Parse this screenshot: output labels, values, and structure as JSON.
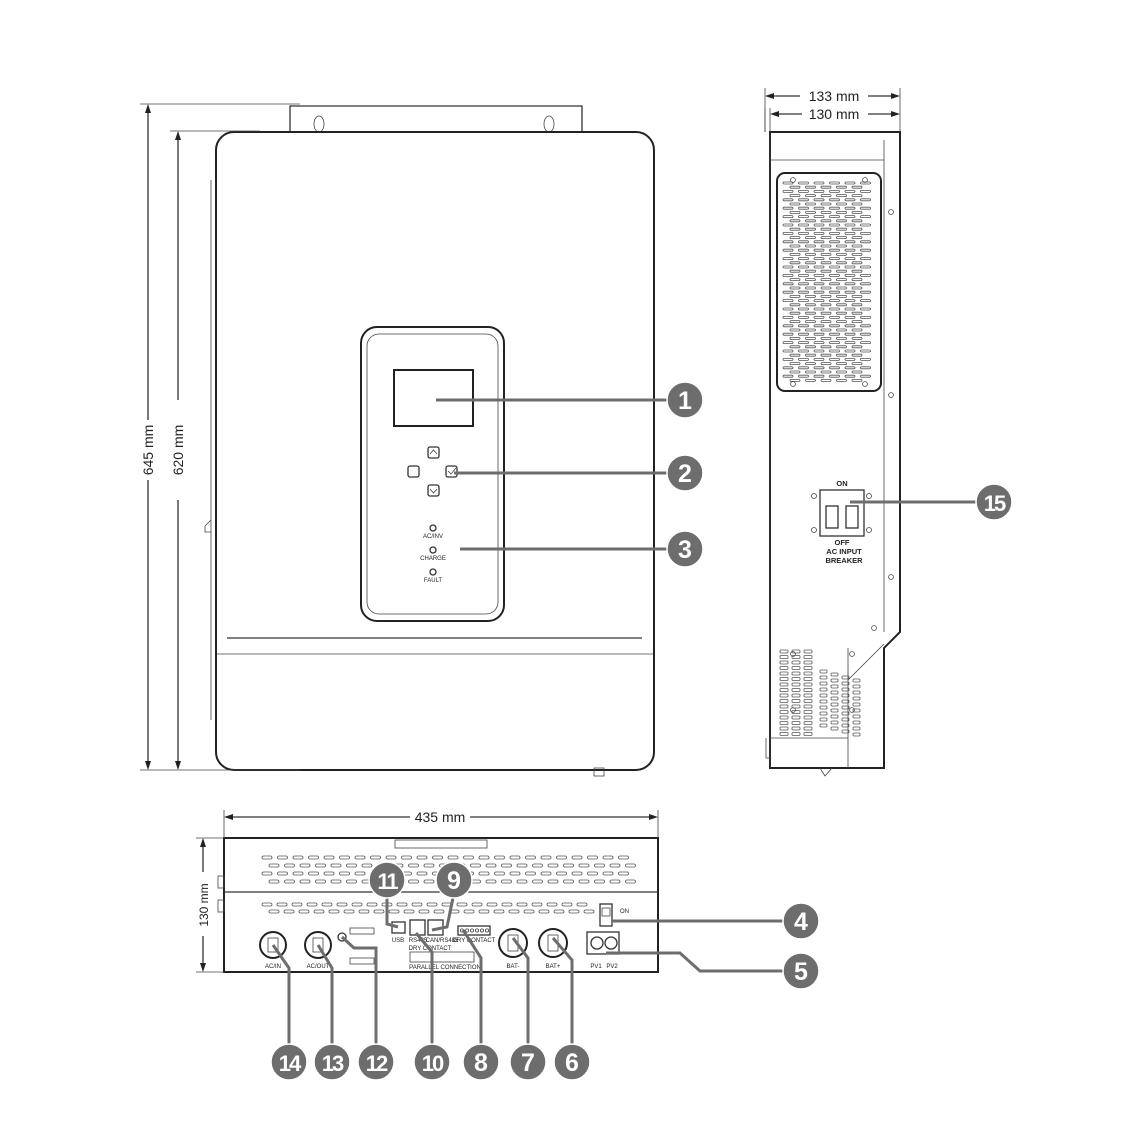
{
  "dimensions": {
    "front_height_outer": "645 mm",
    "front_height_inner": "620 mm",
    "side_depth_outer": "133 mm",
    "side_depth_inner": "130 mm",
    "bottom_width": "435 mm",
    "bottom_depth": "130 mm"
  },
  "front_panel": {
    "leds": [
      "AC/INV",
      "CHARGE",
      "FAULT"
    ]
  },
  "side_panel": {
    "breaker_on": "ON",
    "breaker_off": "OFF",
    "breaker_label_line1": "AC INPUT",
    "breaker_label_line2": "BREAKER"
  },
  "bottom_panel": {
    "port_acin": "AC/IN",
    "port_acout": "AC/OUT",
    "port_bat_neg": "BAT-",
    "port_bat_pos": "BAT+",
    "port_pv1": "PV1",
    "port_pv2": "PV2",
    "usb": "USB",
    "rs485": "RS485",
    "canrs485": "CAN/RS485",
    "dry_contact": "DRY CONTACT",
    "parallel_connection": "PARALLEL CONNECTION",
    "switch_on": "ON"
  },
  "callouts": [
    "1",
    "2",
    "3",
    "4",
    "5",
    "6",
    "7",
    "8",
    "9",
    "10",
    "11",
    "12",
    "13",
    "14",
    "15"
  ],
  "colors": {
    "callout_fill": "#6d6d6d",
    "line": "#333333"
  }
}
